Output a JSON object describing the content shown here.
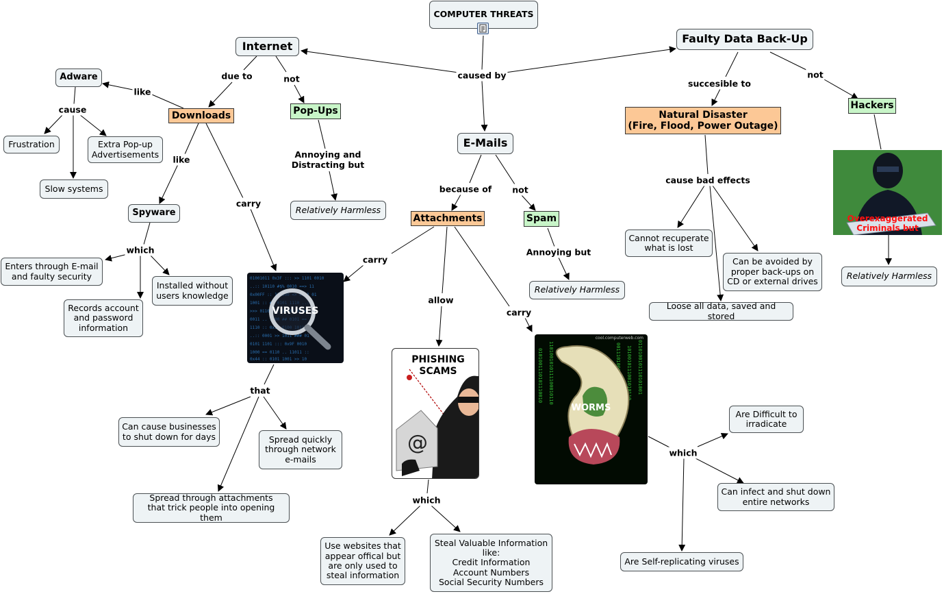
{
  "nodes": {
    "computer_threats": "COMPUTER THREATS",
    "internet": "Internet",
    "faulty_backup": "Faulty Data Back-Up",
    "adware": "Adware",
    "downloads": "Downloads",
    "popups": "Pop-Ups",
    "frustration": "Frustration",
    "extra_popup": "Extra Pop-up\nAdvertisements",
    "slow_systems": "Slow systems",
    "spyware": "Spyware",
    "popups_harmless": "Relatively Harmless",
    "emails": "E-Mails",
    "attachments": "Attachments",
    "spam": "Spam",
    "natural_disaster": "Natural Disaster\n(Fire, Flood, Power Outage)",
    "hackers": "Hackers",
    "enters_email": "Enters through E-mail\nand faulty security",
    "installed_without": "Installed without\nusers knowledge",
    "records_account": "Records account\nand password\ninformation",
    "spam_harmless": "Relatively Harmless",
    "cannot_recuperate": "Cannot recuperate\nwhat is lost",
    "avoided_backups": "Can be avoided by\nproper back-ups on\nCD or external drives",
    "loose_all_data": "Loose all data, saved and stored",
    "hackers_harmless": "Relatively Harmless",
    "businesses_shut": "Can cause businesses\nto shut down for days",
    "spread_quickly": "Spread quickly\nthrough network\ne-mails",
    "spread_attachments": "Spread through attachments\nthat trick people into opening them",
    "use_websites": "Use websites that\nappear offical but\nare only used to\nsteal information",
    "steal_info": "Steal Valuable Information\nlike:\nCredit Information\nAccount Numbers\nSocial Security Numbers",
    "difficult_irradicate": "Are Difficult to\nirradicate",
    "infect_networks": "Can infect and shut down\nentire networks",
    "self_replicating": "Are Self-replicating viruses"
  },
  "images": {
    "viruses": "VIRUSES",
    "phishing": "PHISHING\nSCAMS",
    "phishing_symbol": "@",
    "worms": "WORMS",
    "worms_credit": "cool.computerweb.com",
    "hackers_caption": "Overexaggerated\nCriminals but"
  },
  "links": {
    "caused_by": "caused by",
    "due_to": "due to",
    "not_internet": "not",
    "like_adware": "like",
    "cause": "cause",
    "like_spyware": "like",
    "carry_downloads": "carry",
    "annoying_distracting": "Annoying and\nDistracting but",
    "which_spyware": "which",
    "succesible_to": "succesible to",
    "not_hackers": "not",
    "because_of": "because of",
    "not_spam": "not",
    "annoying_but": "Annoying but",
    "carry_attachments": "carry",
    "allow": "allow",
    "carry_worms": "carry",
    "cause_bad_effects": "cause bad effects",
    "that": "that",
    "which_phishing": "which",
    "which_worms": "which"
  },
  "icons": {
    "resource": "document-resource-icon"
  },
  "colors": {
    "concept_fill": "#eef3f5",
    "orange_fill": "#fcc896",
    "green_fill": "#c8f5c8",
    "hacker_text": "#ff1010"
  }
}
